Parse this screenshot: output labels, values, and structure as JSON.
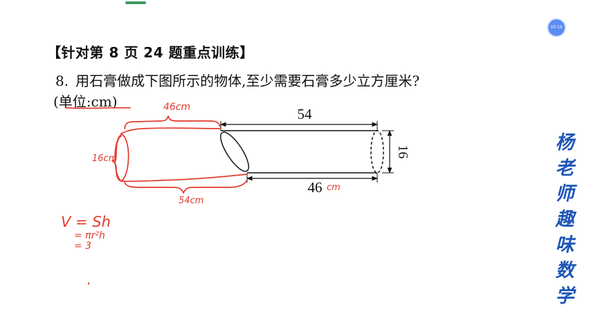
{
  "header": {
    "timer": "03:16"
  },
  "problem": {
    "heading": "【针对第 8 页 24 题重点训练】",
    "number": "8.",
    "text": "用石膏做成下图所示的物体,至少需要石膏多少立方厘米?",
    "unit": "(单位:cm)"
  },
  "figure": {
    "top_length": "54",
    "bottom_length": "46",
    "diameter": "16"
  },
  "annotations": {
    "top_length": "46cm",
    "bottom_suffix": "cm",
    "height_label": "16cm",
    "bottom_length": "54cm",
    "formula_1": "V = Sh",
    "formula_2": "= πr²h",
    "formula_3": "= 3"
  },
  "side_title": [
    "杨",
    "老",
    "师",
    "趣",
    "味",
    "数",
    "学"
  ],
  "colors": {
    "ink": "#111111",
    "annotation_red": "#e23a2c",
    "side_title_blue": "#1f56b8",
    "timer_blue": "#5b8bf5"
  }
}
